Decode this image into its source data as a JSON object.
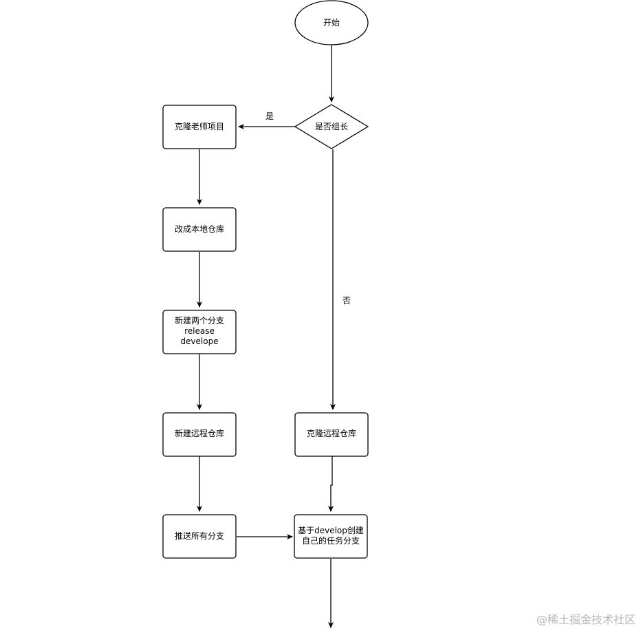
{
  "nodes": {
    "start": {
      "label": "开始",
      "shape": "ellipse"
    },
    "is_leader": {
      "label": "是否组长",
      "shape": "diamond"
    },
    "clone_teacher": {
      "label": "克隆老师项目",
      "shape": "rounded-rect"
    },
    "to_local_repo": {
      "label": "改成本地仓库",
      "shape": "rounded-rect"
    },
    "new_branches": {
      "lines": [
        "新建两个分支",
        "release",
        "develope"
      ],
      "shape": "rounded-rect"
    },
    "new_remote": {
      "label": "新建远程仓库",
      "shape": "rounded-rect"
    },
    "push_all": {
      "label": "推送所有分支",
      "shape": "rounded-rect"
    },
    "clone_remote": {
      "label": "克隆远程仓库",
      "shape": "rounded-rect"
    },
    "task_branch": {
      "lines": [
        "基于develop创建",
        "自己的任务分支"
      ],
      "shape": "rounded-rect"
    }
  },
  "edges": [
    {
      "from": "start",
      "to": "is_leader",
      "label": ""
    },
    {
      "from": "is_leader",
      "to": "clone_teacher",
      "label": "是"
    },
    {
      "from": "is_leader",
      "to": "clone_remote",
      "label": "否"
    },
    {
      "from": "clone_teacher",
      "to": "to_local_repo",
      "label": ""
    },
    {
      "from": "to_local_repo",
      "to": "new_branches",
      "label": ""
    },
    {
      "from": "new_branches",
      "to": "new_remote",
      "label": ""
    },
    {
      "from": "new_remote",
      "to": "push_all",
      "label": ""
    },
    {
      "from": "push_all",
      "to": "task_branch",
      "label": ""
    },
    {
      "from": "clone_remote",
      "to": "task_branch",
      "label": ""
    },
    {
      "from": "task_branch",
      "to": "",
      "label": ""
    }
  ],
  "edge_labels": {
    "yes": "是",
    "no": "否"
  },
  "watermark": "@稀土掘金技术社区",
  "colors": {
    "stroke": "#000000",
    "fill": "#ffffff",
    "watermark": "#b8b8b8"
  }
}
